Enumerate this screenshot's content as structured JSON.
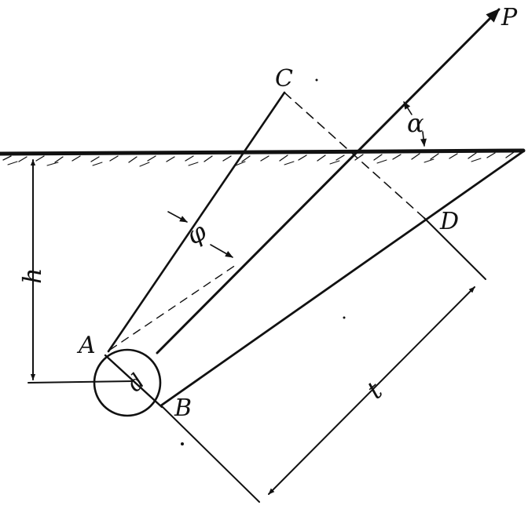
{
  "labels": {
    "force": "P",
    "angle_alpha": "α",
    "angle_phi": "φ",
    "depth": "h",
    "point_a": "A",
    "point_b": "B",
    "point_c": "C",
    "point_d": "D",
    "diameter": "d",
    "length": "t"
  }
}
